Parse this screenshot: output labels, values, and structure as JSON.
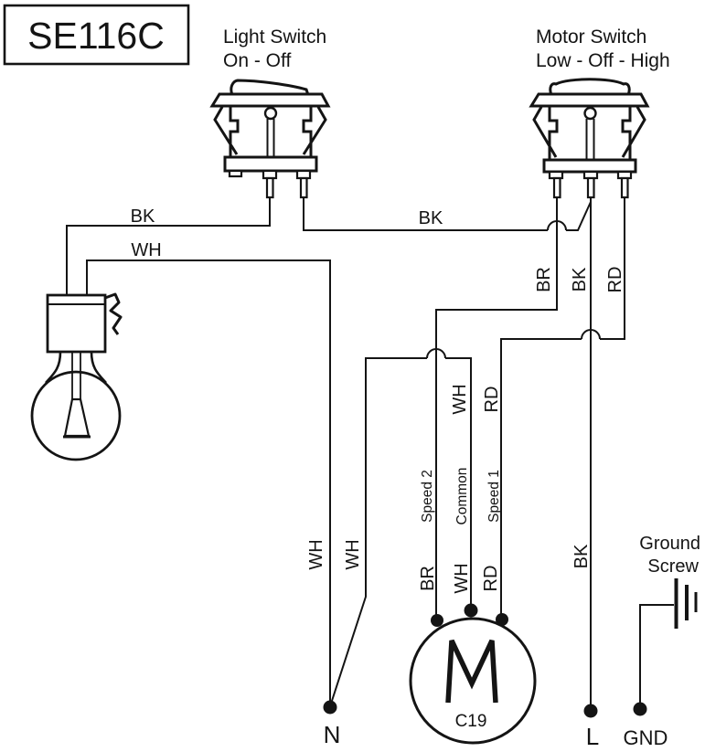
{
  "title_box": {
    "model": "SE116C"
  },
  "switches": {
    "light": {
      "title": "Light Switch",
      "positions": "On - Off"
    },
    "motor": {
      "title": "Motor Switch",
      "positions": "Low - Off - High"
    }
  },
  "wire_labels": {
    "bk_lamp": "BK",
    "wh_lamp": "WH",
    "bk_bridge": "BK",
    "br_top": "BR",
    "bk_top": "BK",
    "rd_top": "RD",
    "wh_common_upper": "WH",
    "rd_speed1_upper": "RD",
    "speed2": "Speed 2",
    "common": "Common",
    "speed1": "Speed 1",
    "br_motor": "BR",
    "wh_motor": "WH",
    "rd_motor": "RD",
    "wh_neutral_a": "WH",
    "wh_neutral_b": "WH",
    "bk_line": "BK"
  },
  "motor": {
    "symbol": "M",
    "code": "C19"
  },
  "ground": {
    "label_line1": "Ground",
    "label_line2": "Screw"
  },
  "terminals": {
    "neutral": "N",
    "line": "L",
    "ground": "GND"
  },
  "colors": {
    "ink": "#141414",
    "background": "#ffffff"
  }
}
